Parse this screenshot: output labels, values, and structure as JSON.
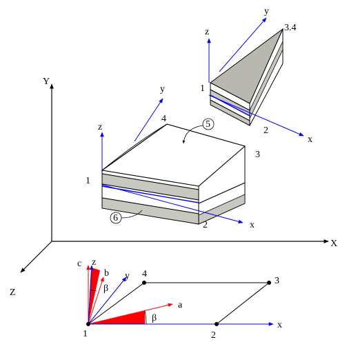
{
  "global_axes": {
    "y": "Y",
    "x": "X",
    "z": "Z"
  },
  "main_shell": {
    "axis_x": "x",
    "axis_y": "y",
    "axis_z": "z",
    "nodes": [
      "1",
      "2",
      "3",
      "4"
    ],
    "faces": [
      "5",
      "6"
    ]
  },
  "wedge": {
    "axis_x": "x",
    "axis_y": "y",
    "axis_z": "z",
    "nodes": [
      "1",
      "2",
      "3.4"
    ]
  },
  "plan": {
    "axis_x": "x",
    "axis_y": "y",
    "axis_z": "z",
    "axis_a": "a",
    "axis_b": "b",
    "axis_c": "c",
    "angle": "β",
    "nodes": [
      "1",
      "2",
      "3",
      "4"
    ]
  },
  "colors": {
    "axis_blue": "#0000ff",
    "accent_red": "#ff0000",
    "layer_gray": "#c8c8c0",
    "wedge_gray": "#b8b8b0",
    "line_black": "#000000"
  }
}
